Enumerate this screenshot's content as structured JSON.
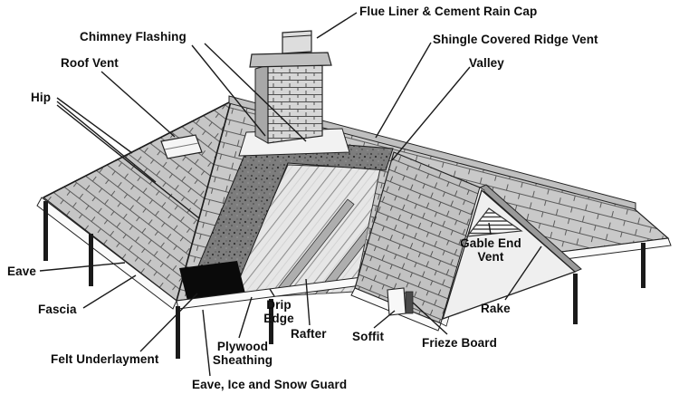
{
  "diagram": {
    "title": "Roof anatomy diagram",
    "background_color": "#ffffff",
    "line_color": "#1a1a1a",
    "shingle_color": "#c9c9c9",
    "labels": {
      "flue_liner": "Flue Liner & Cement Rain Cap",
      "ridge_vent": "Shingle Covered Ridge Vent",
      "chimney_flashing": "Chimney Flashing",
      "roof_vent": "Roof Vent",
      "valley": "Valley",
      "hip": "Hip",
      "gable_end_vent": "Gable End Vent",
      "eave": "Eave",
      "fascia": "Fascia",
      "felt_underlayment": "Felt Underlayment",
      "eave_ice_snow_guard": "Eave, Ice and Snow Guard",
      "plywood_sheathing": "Plywood Sheathing",
      "drip_edge": "Drip Edge",
      "rafter": "Rafter",
      "soffit": "Soffit",
      "frieze_board": "Frieze Board",
      "rake": "Rake"
    }
  }
}
